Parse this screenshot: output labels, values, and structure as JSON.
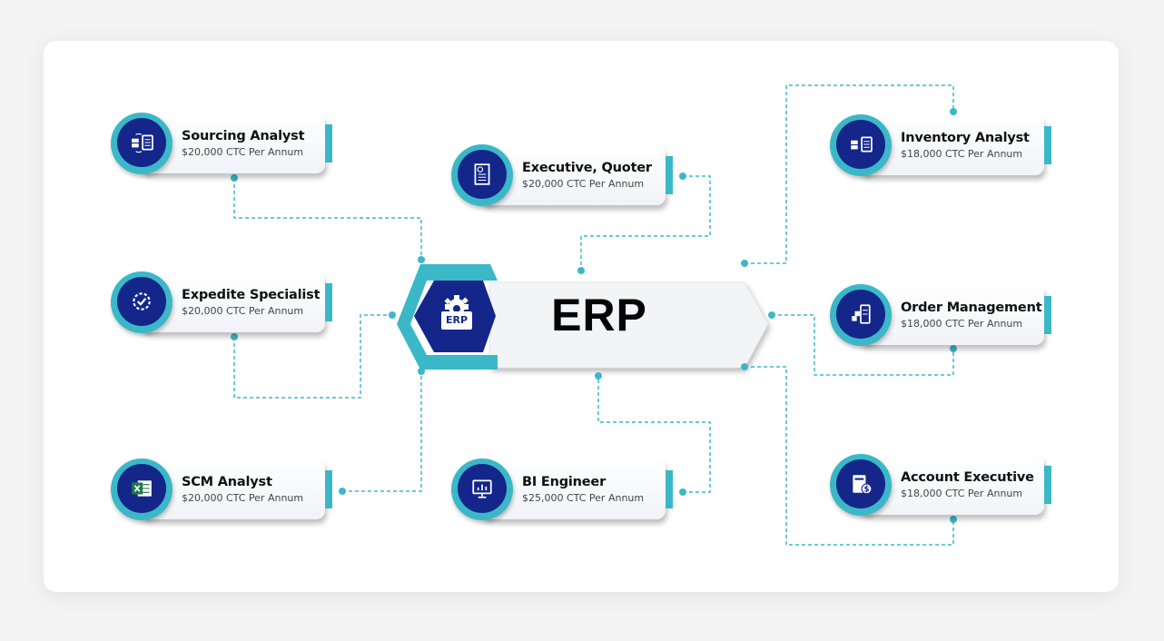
{
  "colors": {
    "accent": "#3bb8c8",
    "navy": "#14268a"
  },
  "center": {
    "label": "ERP",
    "icon": "erp-gear-icon",
    "icon_text": "ERP"
  },
  "roles": [
    {
      "title": "Sourcing Analyst",
      "salary": "$20,000 CTC Per Annum",
      "icon": "clipboard-exchange-icon"
    },
    {
      "title": "Expedite Specialist",
      "salary": "$20,000 CTC Per Annum",
      "icon": "gear-check-icon"
    },
    {
      "title": "SCM Analyst",
      "salary": "$20,000 CTC Per Annum",
      "icon": "excel-icon"
    },
    {
      "title": "Executive, Quoter",
      "salary": "$20,000 CTC Per Annum",
      "icon": "invoice-document-icon"
    },
    {
      "title": "BI Engineer",
      "salary": "$25,000 CTC Per Annum",
      "icon": "monitor-chart-icon"
    },
    {
      "title": "Inventory Analyst",
      "salary": "$18,000 CTC Per Annum",
      "icon": "inventory-clipboard-icon"
    },
    {
      "title": "Order Management",
      "salary": "$18,000 CTC Per Annum",
      "icon": "order-flow-icon"
    },
    {
      "title": "Account Executive",
      "salary": "$18,000 CTC Per Annum",
      "icon": "calculator-dollar-icon"
    }
  ]
}
